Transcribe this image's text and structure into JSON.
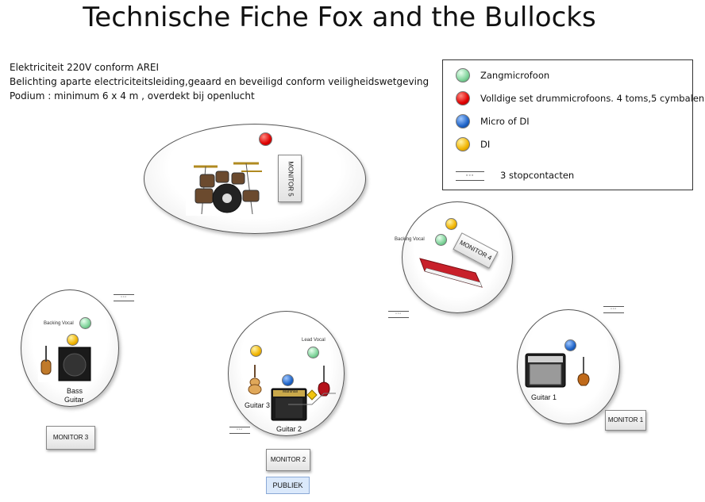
{
  "title": "Technische Fiche Fox and the Bullocks",
  "notes": [
    "Elektriciteit 220V conform AREI",
    "Belichting aparte electriciteitsleiding,geaard en beveiligd conform veiligheidswetgeving",
    "Podium : minimum 6 x 4 m , overdekt bij openlucht"
  ],
  "legend": {
    "items": [
      {
        "label": "Zangmicrofoon",
        "color": "#7fd39a"
      },
      {
        "label": "Volldige set drummicrofoons. 4 toms,5 cymbalen",
        "color": "#e00000"
      },
      {
        "label": "Micro of DI",
        "color": "#1f64c8"
      },
      {
        "label": "DI",
        "color": "#f1b400"
      }
    ],
    "outlet_label": "3 stopcontacten",
    "outlet_symbol": "◦◦◦"
  },
  "stage": {
    "monitors": {
      "m1": "MONITOR 1",
      "m2": "MONITOR 2",
      "m3": "MONITOR 3",
      "m4": "MONITOR 4",
      "m5": "MONITOR 5"
    },
    "labels": {
      "backing_vocal_keys": "Backing Vocal",
      "backing_vocal_bass": "Backing Vocal",
      "lead_vocal": "Lead Vocal",
      "bass_guitar_1": "Bass",
      "bass_guitar_2": "Guitar",
      "guitar_3": "Guitar 3",
      "guitar_2": "Guitar 2",
      "guitar_1": "Guitar 1",
      "amp_brand": "Marshall"
    },
    "audience": "PUBLIEK"
  },
  "colors": {
    "vocal_mic": "#7fd39a",
    "drum_mics": "#e00000",
    "mic_or_di": "#1f64c8",
    "di": "#f1b400",
    "keyboard": "#c8202a"
  }
}
